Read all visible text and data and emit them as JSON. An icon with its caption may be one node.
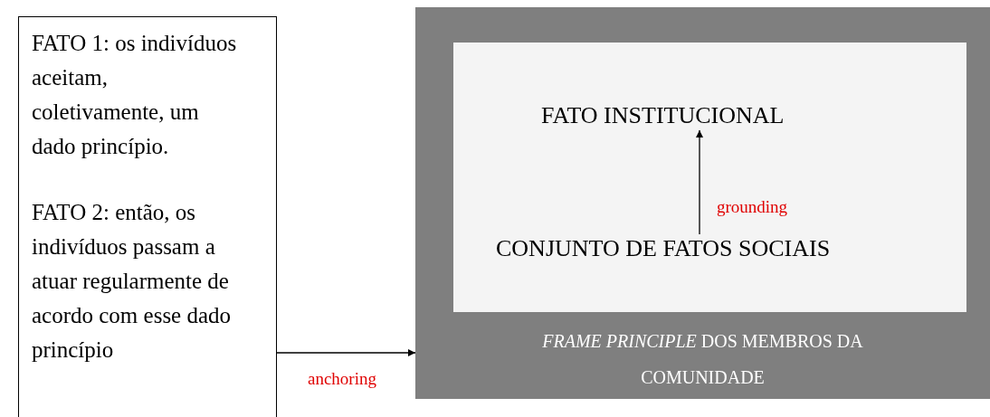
{
  "diagram": {
    "nodes": [
      {
        "text": [
          "FATO 1: os indivíduos aceitam, coletivamente, um dado princípio.",
          "FATO 2: então, os indivíduos passam a atuar regularmente de acordo com esse dado princípio"
        ]
      },
      {
        "text": [
          "*FRAME PRINCIPLE* DOS MEMBROS DA COMUNIDADE"
        ]
      },
      {
        "text": [],
        "shape": "box",
        "in": 1
      },
      {
        "text": [
          "FATO INSTITUCIONAL"
        ],
        "in": 2
      },
      {
        "text": [
          "CONJUNTO DE FATOS SOCIAIS"
        ],
        "in": 2
      }
    ],
    "edges": [
      {
        "from": 0,
        "to": 1,
        "arrow": "to",
        "label": "anchoring"
      },
      {
        "from": 4,
        "to": 3,
        "arrow": "to",
        "label": "grounding"
      }
    ]
  }
}
